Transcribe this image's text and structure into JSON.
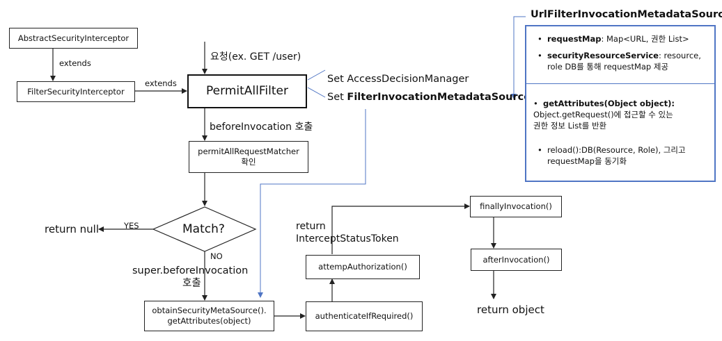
{
  "nodes": {
    "abstract_interceptor": "AbstractSecurityInterceptor",
    "filter_interceptor": "FilterSecurityInterceptor",
    "permit_all_filter": "PermitAllFilter",
    "permit_all_matcher_line1": "permitAllRequestMatcher",
    "permit_all_matcher_line2": "확인",
    "match": "Match?",
    "obtain_line1": "obtainSecurityMetaSource().",
    "obtain_line2": "getAttributes(object)",
    "authenticate": "authenticateIfRequired()",
    "attempt": "attempAuthorization()",
    "finally": "finallyInvocation()",
    "after": "afterInvocation()"
  },
  "labels": {
    "extends_1": "extends",
    "extends_2": "extends",
    "request": "요청(ex. GET /user)",
    "set_adm": "Set AccessDecisionManager",
    "set_fimds_prefix": "Set ",
    "set_fimds_name": "FilterInvocationMetadataSource",
    "before_invocation": "beforeInvocation 호출",
    "yes": "YES",
    "no": "NO",
    "return_null": "return null",
    "super_before_line1": "super.beforeInvocation",
    "super_before_line2": "호출",
    "return_token_line1": "return",
    "return_token_line2": "InterceptStatusToken",
    "return_object": "return object"
  },
  "metadata_source": {
    "title": "UrlFilterInvocationMetadataSource",
    "items": [
      {
        "bullet": "•",
        "key": "requestMap",
        "text": ": Map<URL, 권한 List>"
      },
      {
        "bullet": "•",
        "key": "securityResourceService",
        "text": ": resource,",
        "text2": "role DB를 통해 requestMap 제공"
      },
      {
        "bullet": "•",
        "key": "getAttributes(Object object):",
        "text2": "Object.getRequest()에 접근할 수 있는",
        "text3": "권한 정보 List를 반환"
      },
      {
        "bullet": "•",
        "text": "reload():DB(Resource, Role), 그리고",
        "text2": "requestMap을 동기화"
      }
    ]
  },
  "colors": {
    "accent_blue": "#4f75c4",
    "line": "#222222"
  }
}
